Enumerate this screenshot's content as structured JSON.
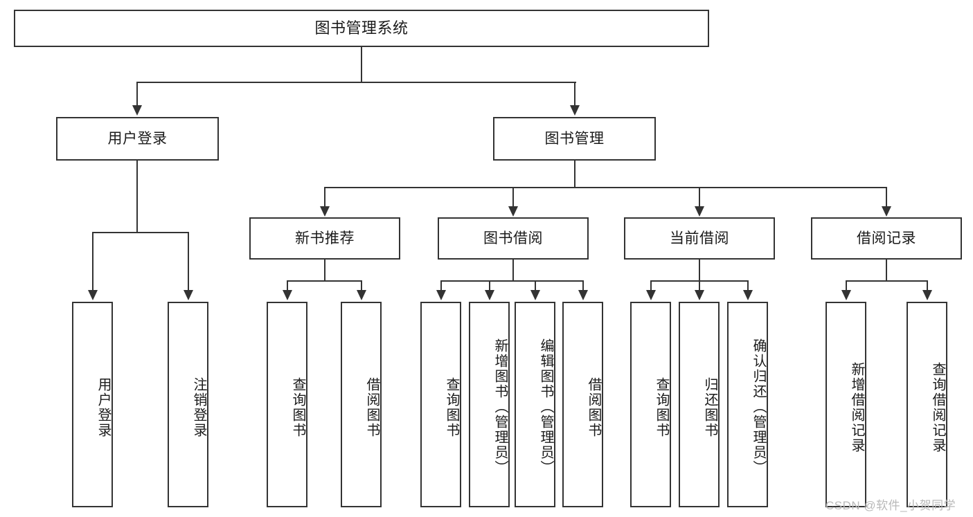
{
  "diagram": {
    "type": "tree-hierarchy",
    "title": "图书管理系统",
    "orientation": "top-down",
    "colors": {
      "box_border": "#333333",
      "box_fill": "#ffffff",
      "connector": "#333333",
      "text": "#1a1a1a",
      "watermark": "#b9b9b9",
      "background": "#ffffff"
    }
  },
  "root": {
    "label": "图书管理系统"
  },
  "level2": [
    {
      "label": "用户登录"
    },
    {
      "label": "图书管理"
    }
  ],
  "level3": [
    {
      "label": "新书推荐"
    },
    {
      "label": "图书借阅"
    },
    {
      "label": "当前借阅"
    },
    {
      "label": "借阅记录"
    }
  ],
  "leaves": {
    "user_login": [
      {
        "label": "用户登录"
      },
      {
        "label": "注销登录"
      }
    ],
    "new_book_recommend": [
      {
        "label": "查询图书"
      },
      {
        "label": "借阅图书"
      }
    ],
    "book_borrow": [
      {
        "label": "查询图书"
      },
      {
        "label": "新增图书（管理员）"
      },
      {
        "label": "编辑图书（管理员）"
      },
      {
        "label": "借阅图书"
      }
    ],
    "current_borrow": [
      {
        "label": "查询图书"
      },
      {
        "label": "归还图书"
      },
      {
        "label": "确认归还（管理员）"
      }
    ],
    "borrow_record": [
      {
        "label": "新增借阅记录"
      },
      {
        "label": "查询借阅记录"
      }
    ]
  },
  "watermark": {
    "text": "CSDN @软件_小贺同学"
  }
}
